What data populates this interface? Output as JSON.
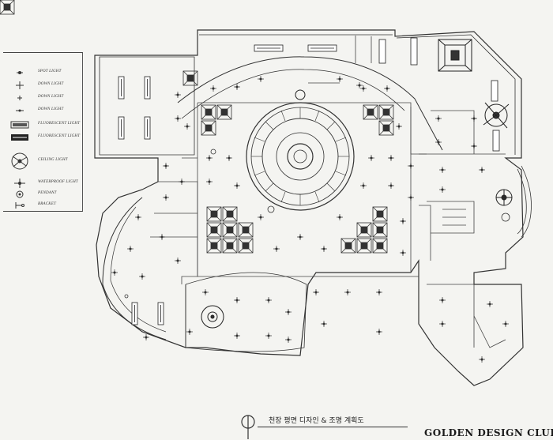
{
  "legend": {
    "items": [
      {
        "label": "SPOT LIGHT",
        "icon": "spot-light-icon"
      },
      {
        "label": "DOWN LIGHT",
        "icon": "down-light-icon"
      },
      {
        "label": "DOWN LIGHT",
        "icon": "down-light-small-icon"
      },
      {
        "label": "DOWN LIGHT",
        "icon": "down-light-alt-icon"
      },
      {
        "label": "FLUORESCENT LIGHT",
        "icon": "fluorescent-light-icon"
      },
      {
        "label": "FLUORESCENT LIGHT",
        "icon": "fluorescent-light-double-icon"
      },
      {
        "label": "CEILING LIGHT",
        "icon": "ceiling-fan-light-icon"
      },
      {
        "label": "WATERPROOF LIGHT",
        "icon": "waterproof-light-icon"
      },
      {
        "label": "PENDANT",
        "icon": "pendant-icon"
      },
      {
        "label": "BRACKET",
        "icon": "bracket-icon"
      }
    ]
  },
  "title": {
    "text": "천장 평면 디자인 & 조명 계획도"
  },
  "brand": "GOLDEN DESIGN CLUB"
}
